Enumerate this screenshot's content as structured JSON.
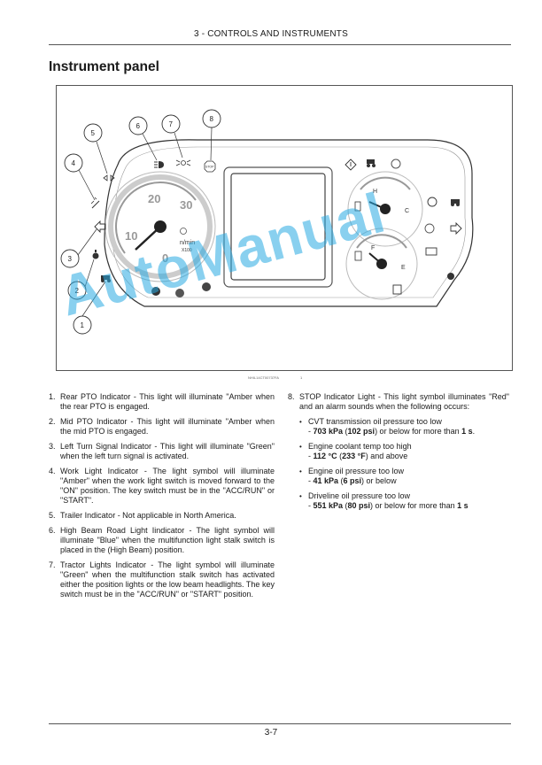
{
  "header": {
    "title": "3 - CONTROLS AND INSTRUMENTS"
  },
  "section": {
    "title": "Instrument panel"
  },
  "figure": {
    "ref": "NHIL14CT00737FA",
    "ref_num": "1",
    "callouts": [
      "1",
      "2",
      "3",
      "4",
      "5",
      "6",
      "7",
      "8"
    ],
    "tach": {
      "labels": [
        "0",
        "10",
        "20",
        "30"
      ],
      "unit": "n/min",
      "multiplier": "X100"
    },
    "temp_gauge": {
      "hot": "H",
      "cold": "C"
    },
    "fuel_gauge": {
      "full": "F",
      "empty": "E"
    },
    "stop_text": "STOP"
  },
  "items_left": [
    {
      "num": "1.",
      "text": "Rear PTO Indicator - This light will illuminate \"Amber when the rear PTO is engaged."
    },
    {
      "num": "2.",
      "text": "Mid PTO Indicator - This light will illuminate \"Amber when the mid PTO is engaged."
    },
    {
      "num": "3.",
      "text": "Left Turn Signal Indicator - This light will illuminate \"Green\" when the left turn signal is activated."
    },
    {
      "num": "4.",
      "text": "Work Light Indicator - The light symbol will illuminate \"Amber\" when the work light switch is moved forward to the \"ON\" position. The key switch must be in the \"ACC/RUN\" or \"START\"."
    },
    {
      "num": "5.",
      "text": "Trailer Indicator - Not applicable in North America."
    },
    {
      "num": "6.",
      "text": "High Beam Road Light Iindicator - The light symbol will illuminate \"Blue\" when the multifunction light stalk switch is placed in the (High Beam) position."
    },
    {
      "num": "7.",
      "text": "Tractor Lights Indicator - The light symbol will illuminate \"Green\" when the multifunction stalk switch has activated either the position lights or the low beam headlights. The key switch must be in the \"ACC/RUN\" or \"START\" position."
    }
  ],
  "item8": {
    "num": "8.",
    "text": "STOP Indicator Light - This light symbol illuminates \"Red\" and an alarm sounds when the following occurs:",
    "bullets": [
      {
        "line1": "CVT transmission oil pressure too low",
        "dash": "- ",
        "v1": "703 kPa",
        "p1": " (",
        "v2": "102 psi",
        "p2": ") or below for more than ",
        "v3": "1 s",
        "p3": "."
      },
      {
        "line1": "Engine coolant temp too high",
        "dash": "- ",
        "v1": "112 °C",
        "p1": " (",
        "v2": "233 °F",
        "p2": ") and above",
        "v3": "",
        "p3": ""
      },
      {
        "line1": "Engine oil pressure too low",
        "dash": "- ",
        "v1": "41 kPa",
        "p1": " (",
        "v2": "6 psi",
        "p2": ") or below",
        "v3": "",
        "p3": ""
      },
      {
        "line1": "Driveline oil pressure too low",
        "dash": "- ",
        "v1": "551 kPa",
        "p1": " (",
        "v2": "80 psi",
        "p2": ") or below for more than ",
        "v3": "1 s",
        "p3": ""
      }
    ]
  },
  "footer": {
    "page": "3-7"
  },
  "watermark": {
    "text": "AutoManual"
  }
}
